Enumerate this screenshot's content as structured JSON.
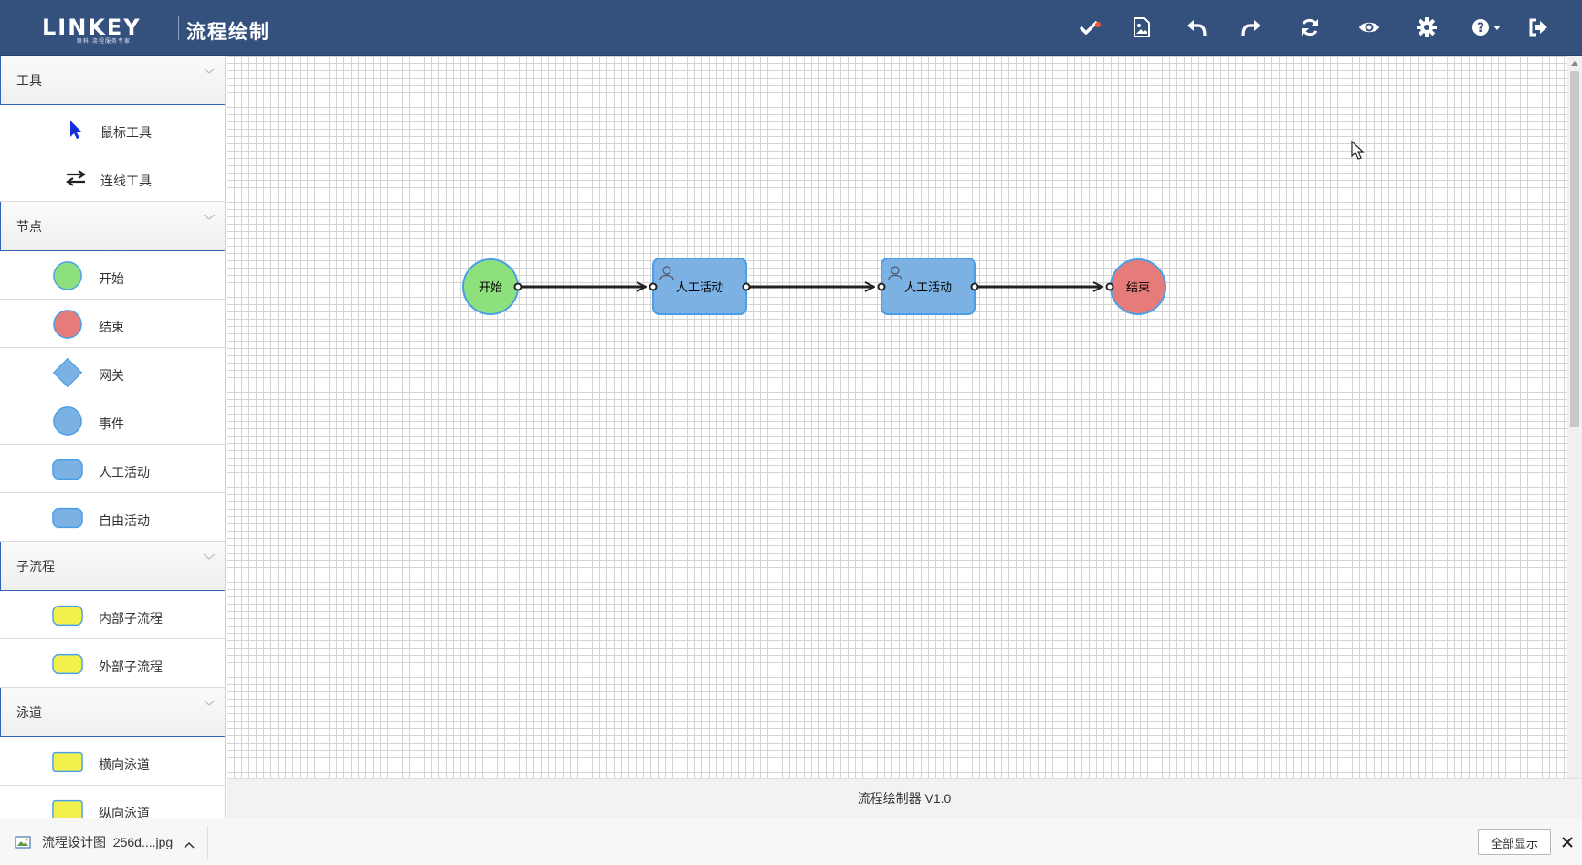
{
  "header": {
    "brand": "LINKEY",
    "tagline": "联科·流程服务专家",
    "title": "流程绘制"
  },
  "toolbar": {
    "icons": [
      "check-icon",
      "image-icon",
      "undo-icon",
      "redo-icon",
      "refresh-icon",
      "eye-icon",
      "gear-icon",
      "help-icon",
      "logout-icon"
    ]
  },
  "sidebar": {
    "tools_title": "工具",
    "tools": [
      {
        "label": "鼠标工具",
        "icon": "pointer-icon"
      },
      {
        "label": "连线工具",
        "icon": "connector-icon"
      }
    ],
    "nodes_title": "节点",
    "nodes": [
      {
        "label": "开始",
        "icon": "start-circle-icon"
      },
      {
        "label": "结束",
        "icon": "end-circle-icon"
      },
      {
        "label": "网关",
        "icon": "gateway-diamond-icon"
      },
      {
        "label": "事件",
        "icon": "event-circle-icon"
      },
      {
        "label": "人工活动",
        "icon": "manual-activity-icon"
      },
      {
        "label": "自由活动",
        "icon": "free-activity-icon"
      }
    ],
    "subflow_title": "子流程",
    "subflows": [
      {
        "label": "内部子流程",
        "icon": "internal-subflow-icon"
      },
      {
        "label": "外部子流程",
        "icon": "external-subflow-icon"
      }
    ],
    "lanes_title": "泳道",
    "lanes": [
      {
        "label": "横向泳道",
        "icon": "horizontal-lane-icon"
      },
      {
        "label": "纵向泳道",
        "icon": "vertical-lane-icon"
      }
    ]
  },
  "diagram": {
    "nodes": [
      {
        "id": "start",
        "label": "开始"
      },
      {
        "id": "task1",
        "label": "人工活动"
      },
      {
        "id": "task2",
        "label": "人工活动"
      },
      {
        "id": "end",
        "label": "结束"
      }
    ]
  },
  "colors": {
    "header": "#34507c",
    "start": "#8ee07d",
    "end": "#e57c79",
    "node_border": "#4a9ee8",
    "task": "#7bb2e3",
    "subflow": "#f2f04d"
  },
  "footer": {
    "text": "流程绘制器 V1.0"
  },
  "downloads": {
    "file_name": "流程设计图_256d....jpg",
    "show_all": "全部显示"
  }
}
